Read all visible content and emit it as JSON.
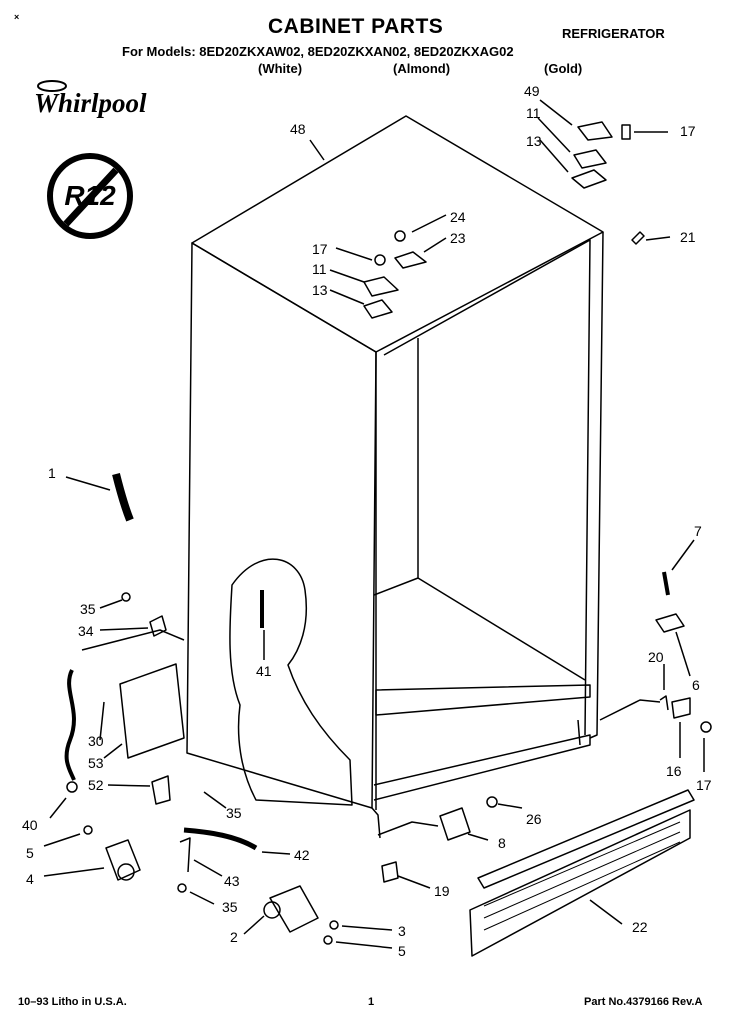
{
  "header": {
    "title": "CABINET PARTS",
    "category": "REFRIGERATOR",
    "models_line": "For Models: 8ED20ZKXAW02, 8ED20ZKXAN02, 8ED20ZKXAG02",
    "variants": [
      "(White)",
      "(Almond)",
      "(Gold)"
    ],
    "corner_mark": "×"
  },
  "brand": {
    "logo_text": "Whirlpool",
    "badge_text": "R12"
  },
  "diagram": {
    "callouts": [
      "49",
      "11",
      "17",
      "13",
      "48",
      "21",
      "24",
      "23",
      "17",
      "11",
      "13",
      "1",
      "7",
      "35",
      "34",
      "41",
      "20",
      "6",
      "30",
      "53",
      "16",
      "17",
      "52",
      "35",
      "26",
      "40",
      "8",
      "5",
      "42",
      "4",
      "43",
      "19",
      "35",
      "22",
      "3",
      "2",
      "5"
    ]
  },
  "footer": {
    "left": "10–93 Litho in U.S.A.",
    "center": "1",
    "right": "Part No.4379166 Rev.A"
  },
  "colors": {
    "ink": "#000000",
    "paper": "#ffffff"
  }
}
